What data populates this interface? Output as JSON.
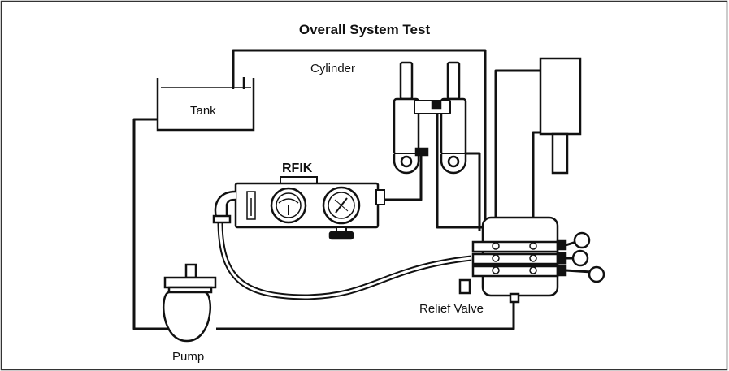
{
  "diagram": {
    "title": "Overall System Test",
    "labels": {
      "cylinder": "Cylinder",
      "tank": "Tank",
      "rfik": "RFIK",
      "relief_valve": "Relief Valve",
      "pump": "Pump"
    },
    "components": [
      "tank",
      "cylinder",
      "rfik",
      "relief-valve",
      "pump",
      "control-valve",
      "ram"
    ],
    "colors": {
      "line": "#111111",
      "frame": "#333333",
      "background": "#ffffff"
    }
  }
}
